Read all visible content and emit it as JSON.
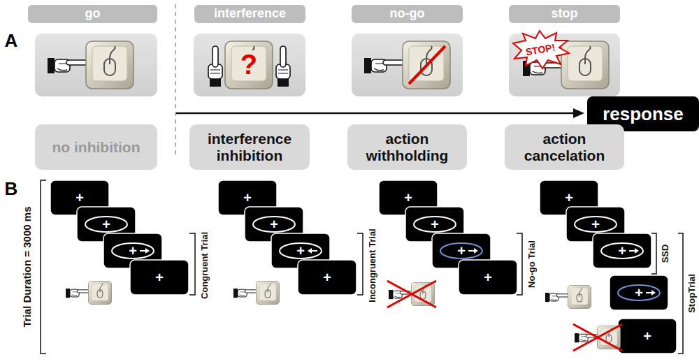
{
  "diagram": {
    "nodes": [
      {
        "text": [
          "go"
        ]
      },
      {
        "text": [
          "interference"
        ]
      },
      {
        "text": [
          "no-go"
        ]
      },
      {
        "text": [
          "stop"
        ]
      },
      {
        "text": [
          "response"
        ]
      },
      {
        "text": [
          "no inhibition"
        ]
      },
      {
        "text": [
          "interference inhibition"
        ]
      },
      {
        "text": [
          "action withholding"
        ]
      },
      {
        "text": [
          "action cancelation"
        ]
      }
    ],
    "labels": [
      "A",
      "B",
      "?",
      "STOP!",
      "Trial Duration = 3000 ms",
      "Congruent Trial",
      "Incongruent Trial",
      "No-go Trial",
      "SSD",
      "StopTrial",
      "+",
      "+",
      "+",
      "+",
      "+",
      "+",
      "+",
      "+",
      "+",
      "+",
      "+",
      "+",
      "+",
      "+",
      "+",
      "+",
      "+"
    ]
  }
}
